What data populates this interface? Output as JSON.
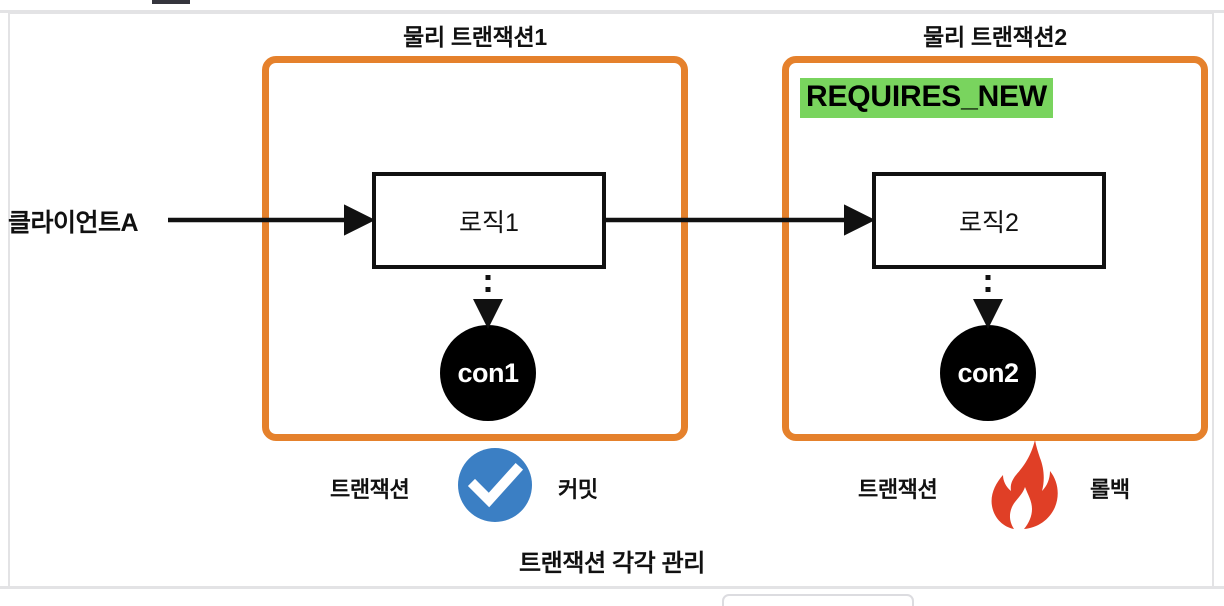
{
  "diagram": {
    "title_note": "트랜잭션 각각 관리",
    "colors": {
      "container_border": "#e5812c",
      "badge_background": "#79d45e",
      "commit_blue": "#3b7fc4",
      "rollback_red": "#e03f26",
      "connection_fill": "#000000",
      "text": "#111111"
    },
    "client": {
      "label": "클라이언트A"
    },
    "transactions": [
      {
        "title": "물리 트랜잭션1",
        "badge": null,
        "logic": {
          "label": "로직1"
        },
        "connection": {
          "label": "con1"
        },
        "status": {
          "prefix": "트랜잭션",
          "result": "커밋",
          "icon": "check-circle-icon"
        }
      },
      {
        "title": "물리 트랜잭션2",
        "badge": "REQUIRES_NEW",
        "logic": {
          "label": "로직2"
        },
        "connection": {
          "label": "con2"
        },
        "status": {
          "prefix": "트랜잭션",
          "result": "롤백",
          "icon": "flame-icon"
        }
      }
    ],
    "arrows": [
      {
        "name": "client-to-logic1",
        "style": "solid"
      },
      {
        "name": "logic1-to-logic2",
        "style": "solid"
      },
      {
        "name": "logic1-to-con1",
        "style": "dotted"
      },
      {
        "name": "logic2-to-con2",
        "style": "dotted"
      }
    ]
  }
}
